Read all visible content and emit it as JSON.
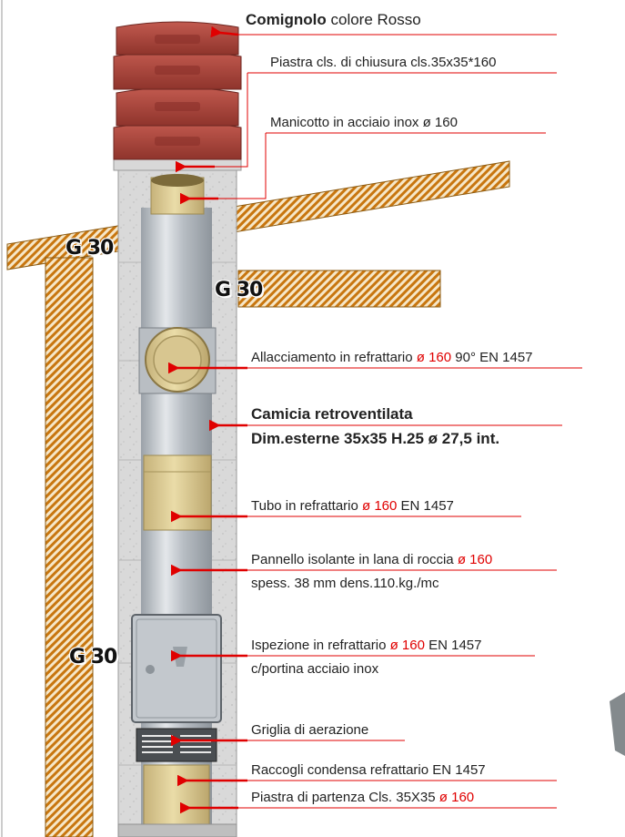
{
  "colors": {
    "hatch": "#c8760f",
    "arrow": "#e00000",
    "underline": "#e00000",
    "block": "#d6d6d6",
    "cap": "#b0433a",
    "ceramic": "#d8c690",
    "metal": "#c4c9ce"
  },
  "fire_rating_labels": [
    "G 30",
    "G 30",
    "G 30"
  ],
  "labels": [
    {
      "id": "comignolo",
      "parts": [
        {
          "t": "Comignolo",
          "cls": "bold-part"
        },
        {
          "t": " colore Rosso"
        }
      ]
    },
    {
      "id": "piastra-chiusura",
      "parts": [
        {
          "t": "Piastra cls. di chiusura cls.35x35*160"
        }
      ]
    },
    {
      "id": "manicotto",
      "parts": [
        {
          "t": "Manicotto in acciaio inox ø 160"
        }
      ]
    },
    {
      "id": "allacciamento",
      "parts": [
        {
          "t": "Allacciamento in refrattario "
        },
        {
          "t": "ø 160",
          "red": true
        },
        {
          "t": " 90°  EN 1457"
        }
      ]
    },
    {
      "id": "camicia-1",
      "parts": [
        {
          "t": "Camicia retroventilata"
        }
      ]
    },
    {
      "id": "camicia-2",
      "parts": [
        {
          "t": "Dim.esterne 35x35 H.25 ø 27,5 int."
        }
      ]
    },
    {
      "id": "tubo",
      "parts": [
        {
          "t": "Tubo in refrattario "
        },
        {
          "t": "ø 160",
          "red": true
        },
        {
          "t": " EN 1457"
        }
      ]
    },
    {
      "id": "pannello-1",
      "parts": [
        {
          "t": "Pannello isolante in lana di roccia "
        },
        {
          "t": "ø 160",
          "red": true
        }
      ]
    },
    {
      "id": "pannello-2",
      "parts": [
        {
          "t": "spess. 38 mm dens.110.kg./mc"
        }
      ]
    },
    {
      "id": "ispezione-1",
      "parts": [
        {
          "t": "Ispezione in refrattario "
        },
        {
          "t": "ø 160",
          "red": true
        },
        {
          "t": " EN 1457"
        }
      ]
    },
    {
      "id": "ispezione-2",
      "parts": [
        {
          "t": "c/portina acciaio inox"
        }
      ]
    },
    {
      "id": "griglia",
      "parts": [
        {
          "t": "Griglia di aerazione"
        }
      ]
    },
    {
      "id": "raccogli",
      "parts": [
        {
          "t": "Raccogli condensa refrattario EN 1457"
        }
      ]
    },
    {
      "id": "piastra-partenza",
      "parts": [
        {
          "t": "Piastra di partenza Cls. 35X35  "
        },
        {
          "t": "ø 160",
          "red": true
        }
      ]
    }
  ]
}
